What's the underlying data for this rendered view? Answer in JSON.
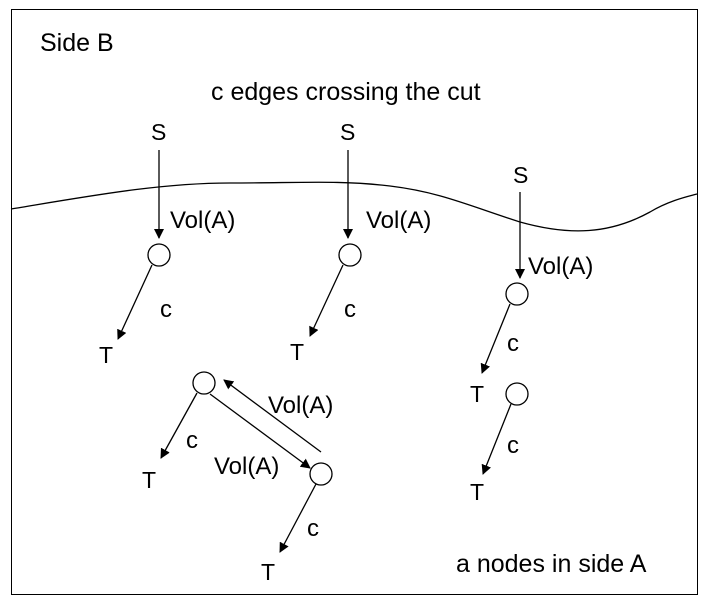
{
  "labels": {
    "side_b": "Side B",
    "crossing": "c edges crossing the cut",
    "side_a": "a nodes in side A",
    "source": "S",
    "sink": "T",
    "vol_a": "Vol(A)",
    "c": "c"
  }
}
